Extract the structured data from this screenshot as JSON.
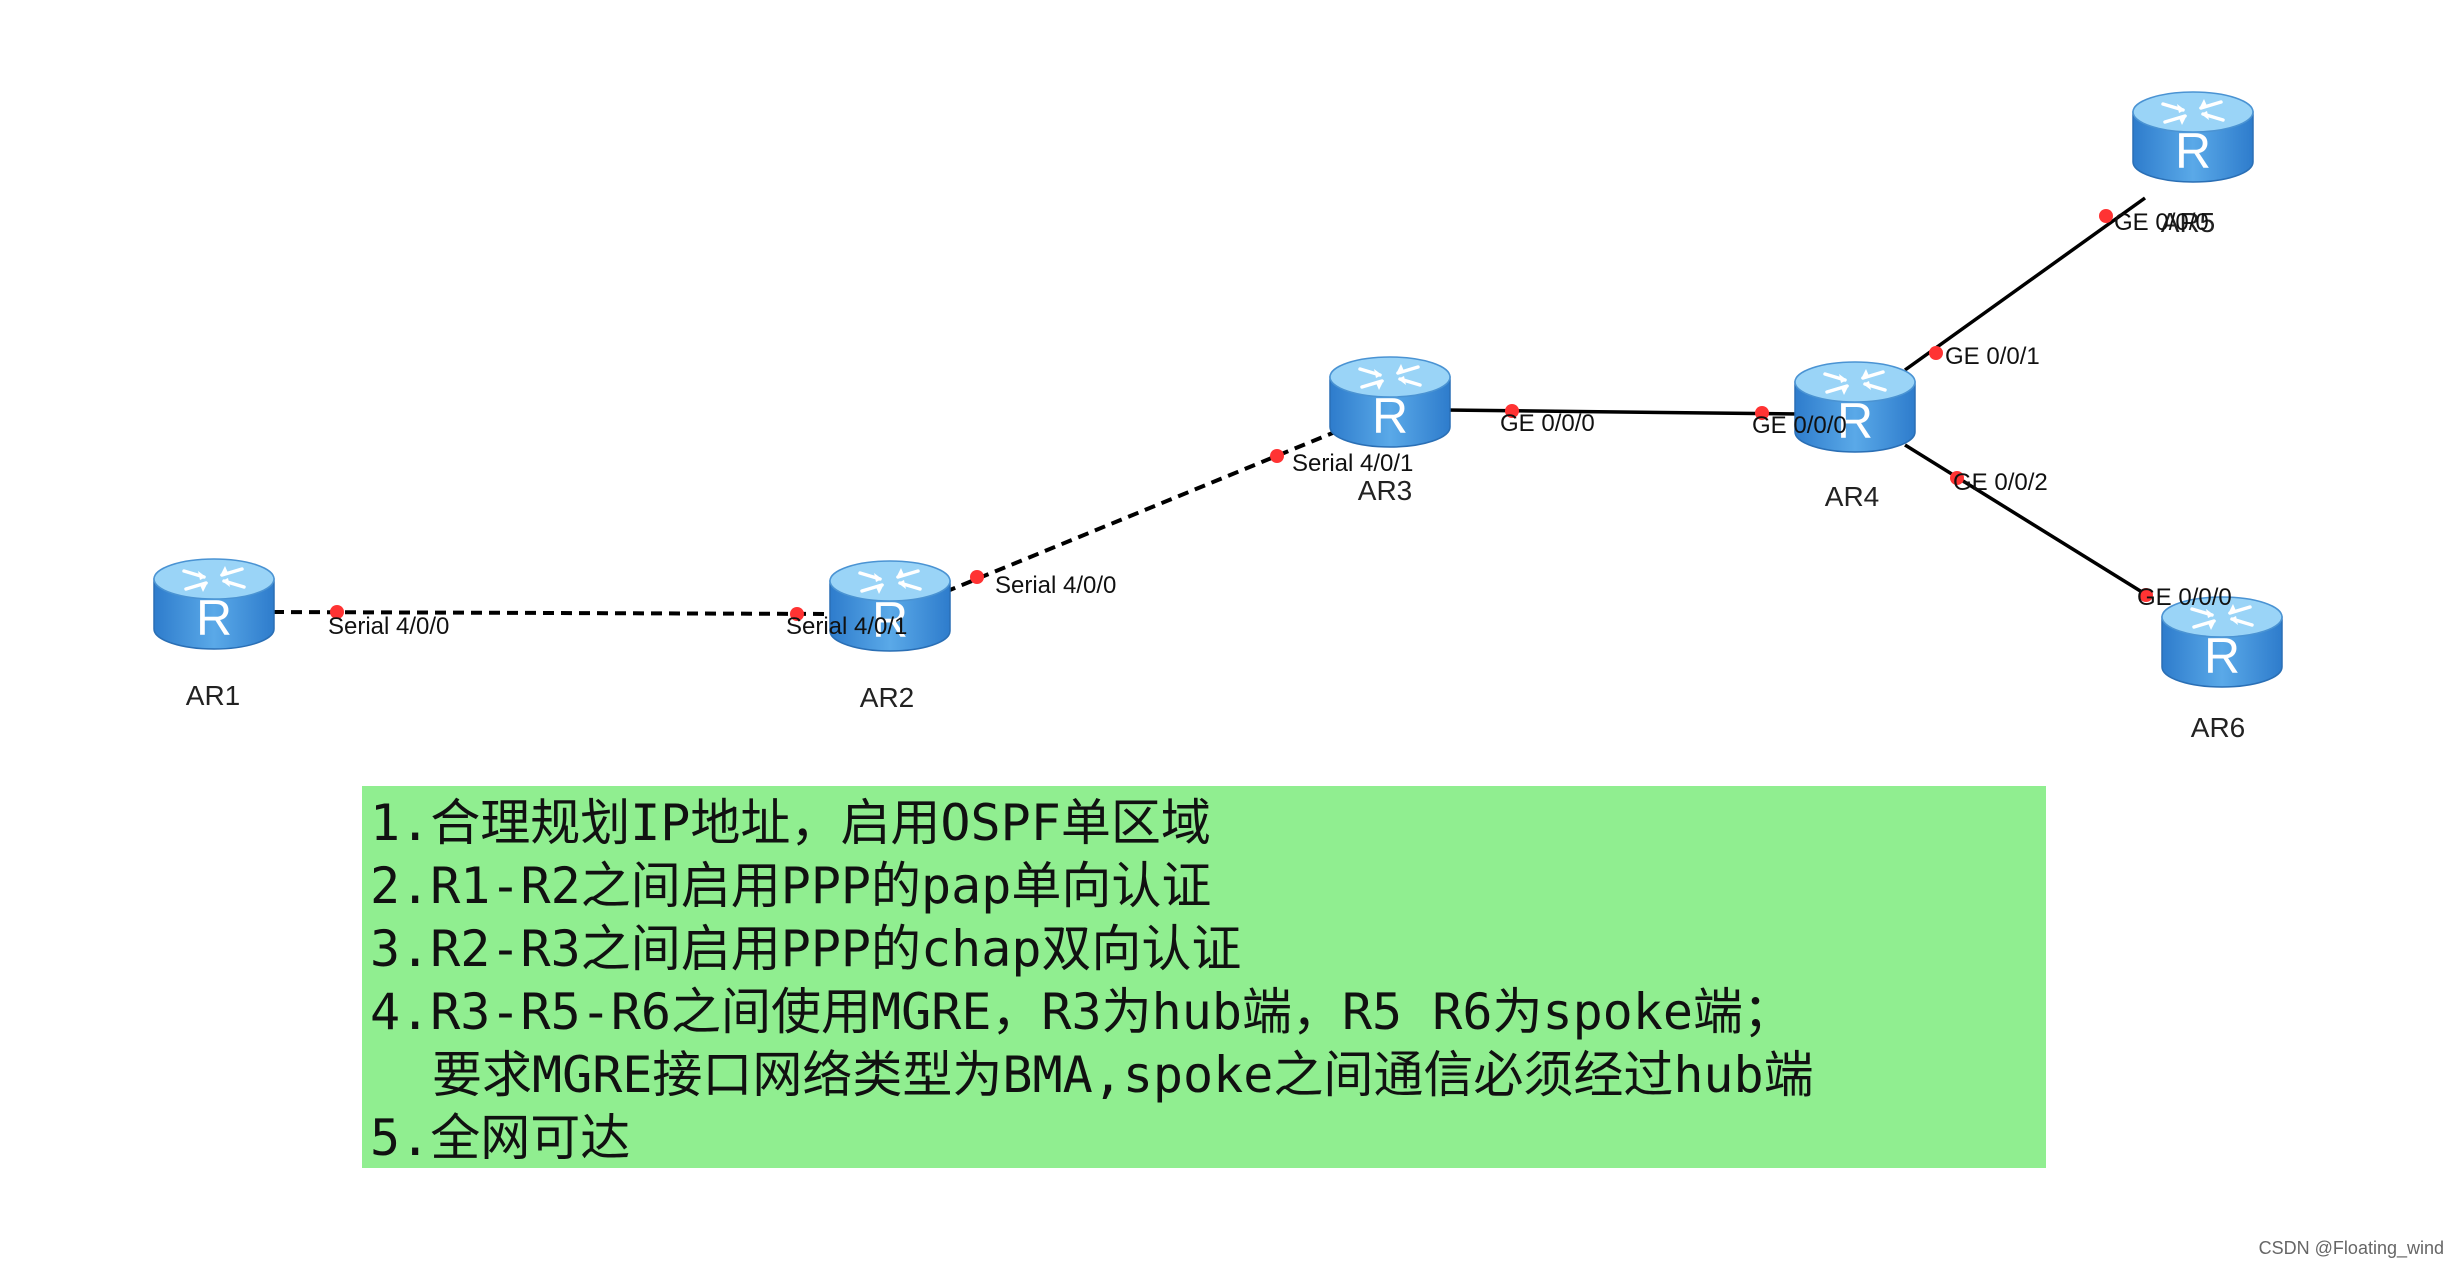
{
  "routers": [
    {
      "id": "AR1",
      "label": "AR1"
    },
    {
      "id": "AR2",
      "label": "AR2"
    },
    {
      "id": "AR3",
      "label": "AR3"
    },
    {
      "id": "AR4",
      "label": "AR4"
    },
    {
      "id": "AR5",
      "label": "AR5"
    },
    {
      "id": "AR6",
      "label": "AR6"
    }
  ],
  "router_glyph": "R",
  "links": [
    {
      "from": "AR1",
      "to": "AR2",
      "type": "serial",
      "from_port": "Serial 4/0/0",
      "to_port": "Serial 4/0/1"
    },
    {
      "from": "AR2",
      "to": "AR3",
      "type": "serial",
      "from_port": "Serial 4/0/0",
      "to_port": "Serial 4/0/1"
    },
    {
      "from": "AR3",
      "to": "AR4",
      "type": "ethernet",
      "from_port": "GE 0/0/0",
      "to_port": "GE 0/0/0"
    },
    {
      "from": "AR4",
      "to": "AR5",
      "type": "ethernet",
      "from_port": "GE 0/0/1",
      "to_port": "GE 0/0/0"
    },
    {
      "from": "AR4",
      "to": "AR6",
      "type": "ethernet",
      "from_port": "GE 0/0/2",
      "to_port": "GE 0/0/0"
    }
  ],
  "tasks": [
    "1.合理规划IP地址，启用OSPF单区域",
    "2.R1-R2之间启用PPP的pap单向认证",
    "3.R2-R3之间启用PPP的chap双向认证",
    "4.R3-R5-R6之间使用MGRE，R3为hub端，R5 R6为spoke端；",
    "要求MGRE接口网络类型为BMA,spoke之间通信必须经过hub端",
    "5.全网可达"
  ],
  "watermark": "CSDN @Floating_wind",
  "colors": {
    "router_top": "#8fd0f5",
    "router_body": "#3e8fd6",
    "port_dot": "#ff3333",
    "task_background": "#90ee90"
  }
}
